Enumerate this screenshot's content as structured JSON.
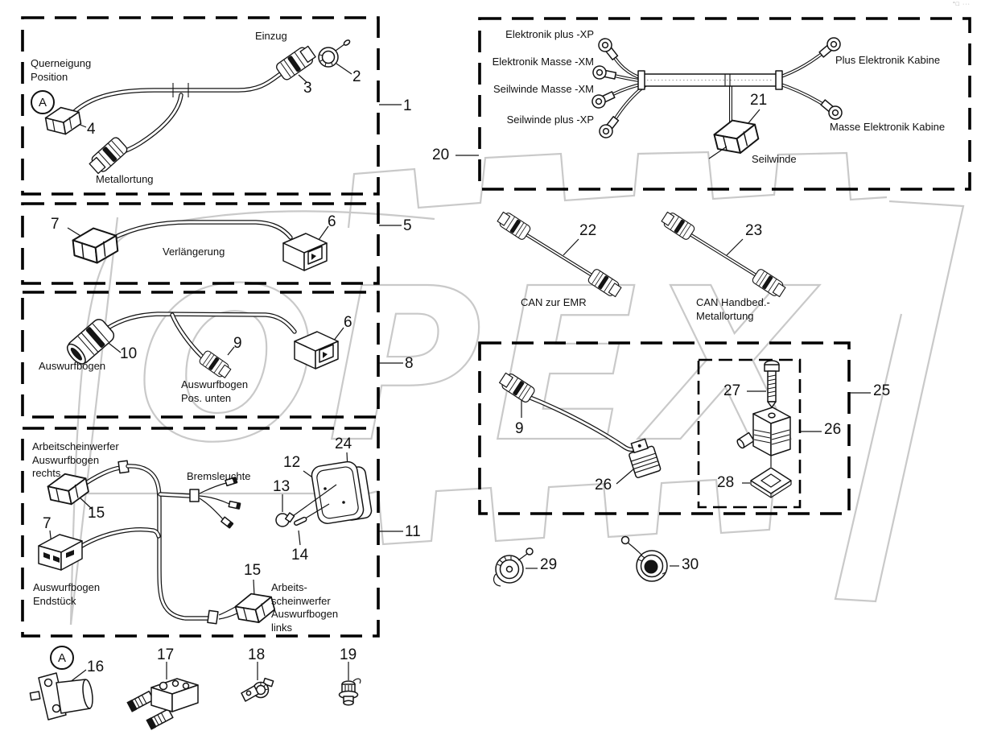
{
  "watermark": {
    "text": "OPEX"
  },
  "corner_mark": "°□ ···",
  "panel_querneigung": {
    "box_callout": "1",
    "detail_marker": "A",
    "label_einzug": "Einzug",
    "label_querneigung": "Querneigung\nPosition",
    "label_metallortung": "Metallortung",
    "num_cap": "2",
    "num_einzug_connector": "3",
    "num_position_connector": "4"
  },
  "panel_verlaengerung": {
    "box_callout": "5",
    "label": "Verlängerung",
    "num_left_connector": "7",
    "num_right_connector": "6"
  },
  "panel_auswurfbogen": {
    "box_callout": "8",
    "label_auswurfbogen": "Auswurfbogen",
    "label_pos_unten": "Auswurfbogen\nPos. unten",
    "num_round_connector": "10",
    "num_small_connector": "9",
    "num_right_connector": "6"
  },
  "panel_arbeitsscheinwerfer": {
    "box_callout": "11",
    "label_rechts": "Arbeitscheinwerfer\nAuswurfbogen\nrechts",
    "label_bremsleuchte": "Bremsleuchte",
    "label_endstueck": "Auswurfbogen\nEndstück",
    "label_links": "Arbeits-\nscheinwerfer\nAuswurfbogen\nlinks",
    "num_connector_rechts": "15",
    "num_lens": "12",
    "num_bulb": "13",
    "num_pin": "14",
    "num_housing": "24",
    "num_endstueck_connector": "7",
    "num_connector_links": "15"
  },
  "panel_elektronik": {
    "box_callout": "20",
    "num_seilwinde_connector": "21",
    "label_elektronik_plus": "Elektronik plus -XP",
    "label_elektronik_masse": "Elektronik Masse -XM",
    "label_seilwinde_masse": "Seilwinde Masse -XM",
    "label_seilwinde_plus": "Seilwinde plus -XP",
    "label_plus_kabine": "Plus Elektronik Kabine",
    "label_masse_kabine": "Masse Elektronik Kabine",
    "label_seilwinde": "Seilwinde"
  },
  "can_cables": {
    "num_emr": "22",
    "label_emr": "CAN zur EMR",
    "num_handbediening": "23",
    "label_handbed": "CAN Handbed.-\nMetallortung"
  },
  "panel_ventil": {
    "box_callout": "25",
    "inner_callout": "26",
    "num_connector": "9",
    "num_winkelstecker": "26",
    "num_schraube": "27",
    "num_dichtung": "28"
  },
  "loose_parts": {
    "detail_marker": "A",
    "num_verschluss_klein": "29",
    "num_verschluss_gross": "30",
    "num_sensor": "16",
    "num_ventilblock": "17",
    "num_schelle": "18",
    "num_tuelle": "19"
  }
}
